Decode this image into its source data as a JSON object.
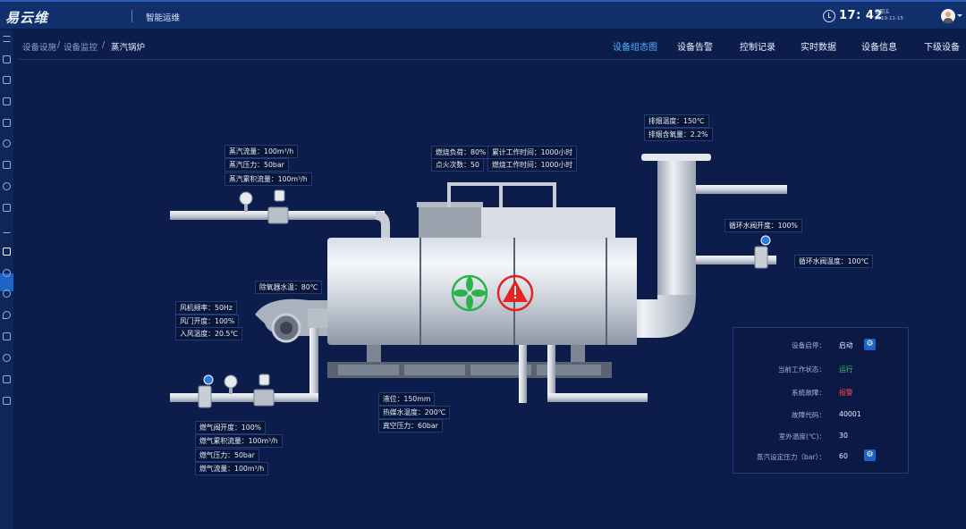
{
  "header": {
    "logo": "易云维",
    "system_name": "智能运维",
    "time": "17: 42",
    "weekday": "星期五",
    "date": "2019-11-15"
  },
  "breadcrumb": [
    "设备设施",
    "设备监控",
    "蒸汽锅炉"
  ],
  "tabs": [
    {
      "label": "设备组态图",
      "active": true
    },
    {
      "label": "设备告警"
    },
    {
      "label": "控制记录"
    },
    {
      "label": "实时数据"
    },
    {
      "label": "设备信息"
    },
    {
      "label": "下级设备"
    }
  ],
  "readings": {
    "steam_flow": "蒸汽流量：100m³/h",
    "steam_pressure": "蒸汽压力：50bar",
    "steam_total_flow": "蒸汽累积流量：100m³/h",
    "burn_load": "燃烧负荷：80%",
    "ignition_count": "点火次数：50",
    "total_work_time": "累计工作时间：1000小时",
    "burn_work_time": "燃烧工作时间：1000小时",
    "exhaust_temp": "排烟温度：150℃",
    "exhaust_oxygen": "排烟含氧量：2.2%",
    "circ_valve_open": "循环水阀开度：100%",
    "circ_valve_temp": "循环水阀温度：100℃",
    "deaerator_temp": "除氧器水温：80℃",
    "fan_freq": "风机频率：50Hz",
    "damper_open": "风门开度：100%",
    "inlet_air_temp": "入风温度：20.5℃",
    "liquid_level": "液位：150mm",
    "medium_temp": "热媒水温度：200℃",
    "vacuum_pressure": "真空压力：60bar",
    "gas_valve_open": "燃气阀开度：100%",
    "gas_total_flow": "燃气累积流量：100m³/h",
    "gas_pressure": "燃气压力：50bar",
    "gas_flow": "燃气流量：100m³/h"
  },
  "status_panel": {
    "rows": [
      {
        "key": "设备启停：",
        "value": "启动",
        "color": "#e8efff",
        "has_gear": true
      },
      {
        "key": "当前工作状态：",
        "value": "运行",
        "color": "#2ed15a"
      },
      {
        "key": "系统故障：",
        "value": "报警",
        "color": "#ff4a4a"
      },
      {
        "key": "故障代码：",
        "value": "40001",
        "color": "#e8efff"
      },
      {
        "key": "室外温度(℃)：",
        "value": "30",
        "color": "#e8efff"
      },
      {
        "key": "蒸汽设定压力（bar）：",
        "value": "60",
        "color": "#e8efff",
        "has_gear": true
      }
    ]
  },
  "colors": {
    "background": "#0c1d4c",
    "accent": "#4fb2ff",
    "fan_green": "#29b34a",
    "alarm_red": "#e8231f"
  }
}
